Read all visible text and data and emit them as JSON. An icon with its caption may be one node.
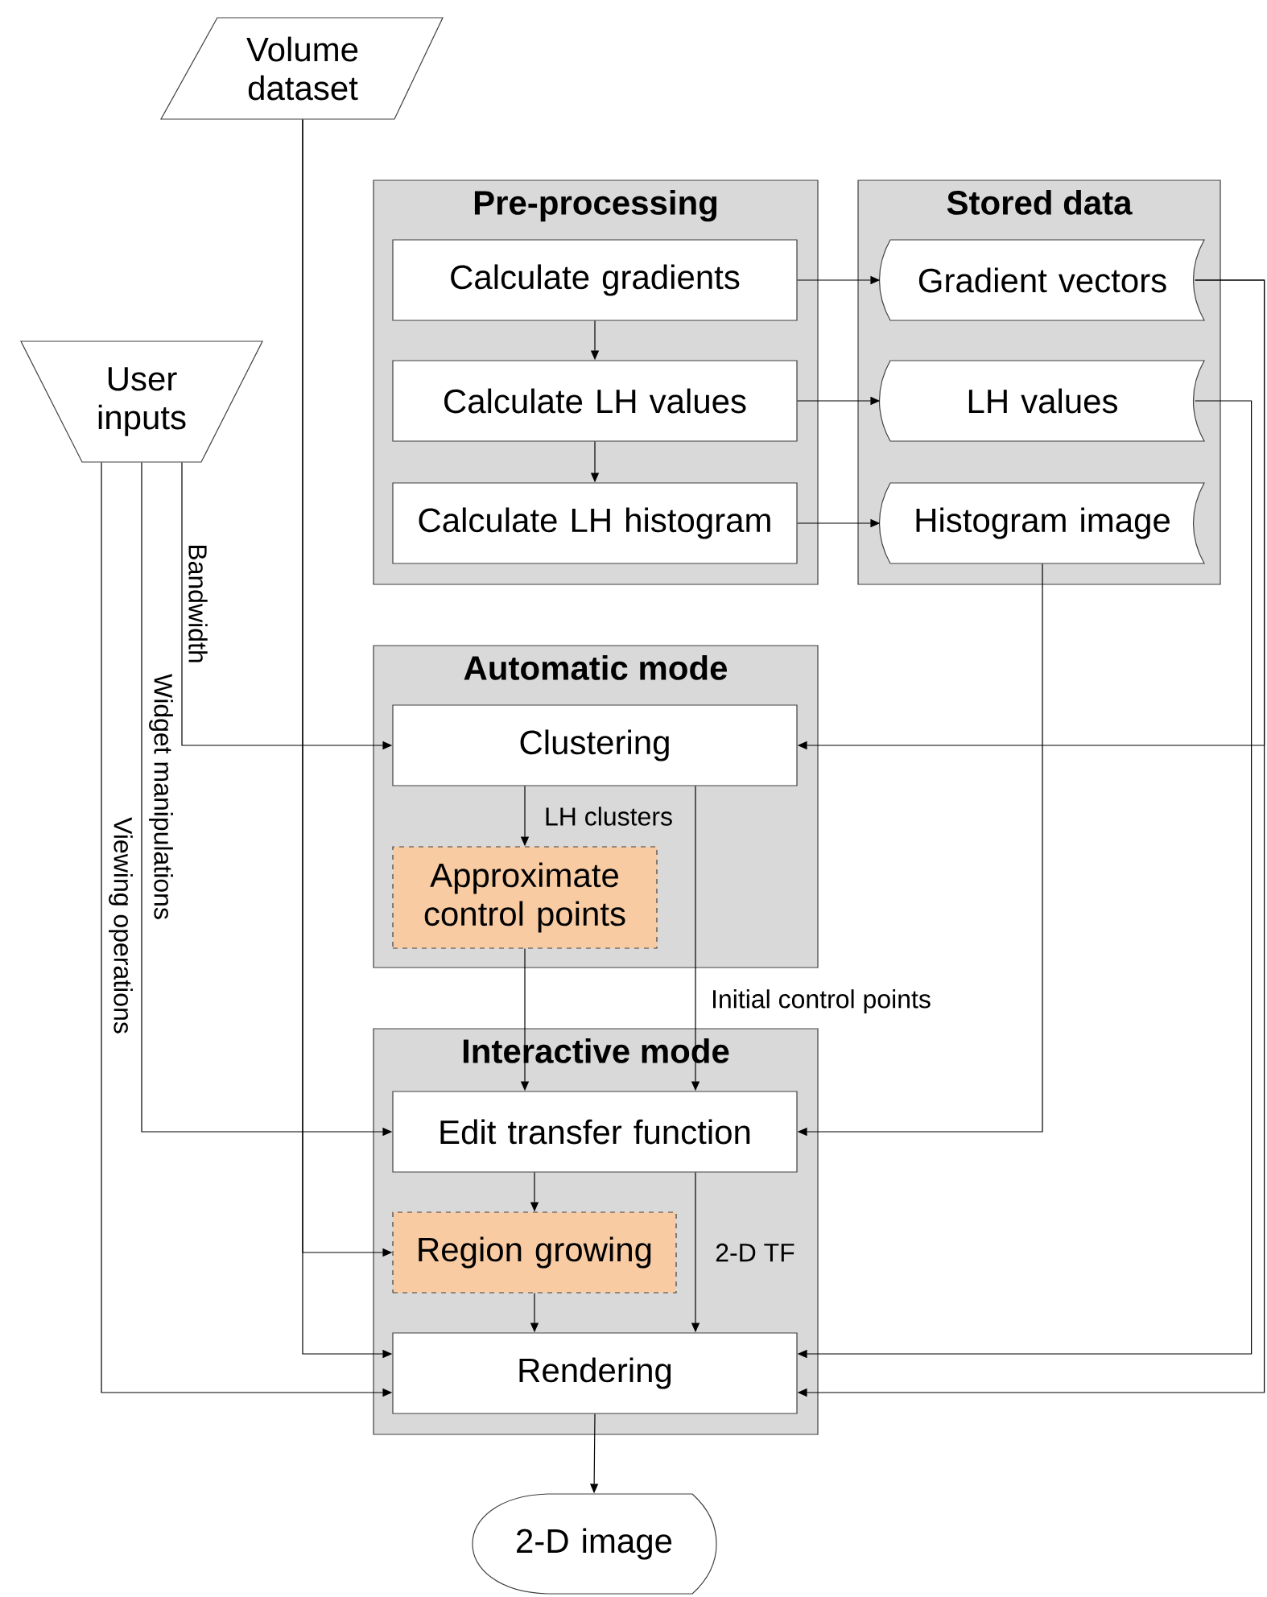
{
  "diagram": {
    "nodes": [
      {
        "text": [
          "Volume dataset"
        ]
      },
      {
        "text": [
          "User inputs"
        ]
      },
      {
        "text": [
          "Pre-processing"
        ]
      },
      {
        "text": [
          "Calculate gradients"
        ],
        "in": 2
      },
      {
        "text": [
          "Calculate LH values"
        ],
        "in": 2
      },
      {
        "text": [
          "Calculate LH histogram"
        ],
        "in": 2
      },
      {
        "text": [
          "Stored data"
        ]
      },
      {
        "text": [
          "Gradient vectors"
        ],
        "in": 6
      },
      {
        "text": [
          "LH values"
        ],
        "in": 6
      },
      {
        "text": [
          "Histogram image"
        ],
        "in": 6
      },
      {
        "text": [
          "Automatic mode"
        ]
      },
      {
        "text": [
          "Clustering"
        ],
        "in": 10
      },
      {
        "text": [
          "Approximate control points"
        ],
        "in": 10
      },
      {
        "text": [
          "Interactive mode"
        ]
      },
      {
        "text": [
          "Edit transfer function"
        ],
        "in": 13
      },
      {
        "text": [
          "Region growing"
        ],
        "in": 13
      },
      {
        "text": [
          "Rendering"
        ],
        "in": 13
      },
      {
        "text": [
          "2-D image"
        ]
      }
    ],
    "edges": [
      {
        "from": 3,
        "to": 4,
        "arrow": "to"
      },
      {
        "from": 4,
        "to": 5,
        "arrow": "to"
      },
      {
        "from": 3,
        "to": 7,
        "arrow": "to"
      },
      {
        "from": 4,
        "to": 8,
        "arrow": "to"
      },
      {
        "from": 5,
        "to": 9,
        "arrow": "to"
      },
      {
        "from": 7,
        "to": 11,
        "arrow": "to"
      },
      {
        "from": 7,
        "to": 16,
        "arrow": "to"
      },
      {
        "from": 8,
        "to": 16,
        "arrow": "to"
      },
      {
        "from": 9,
        "to": 14,
        "arrow": "to"
      },
      {
        "from": 1,
        "to": 11,
        "arrow": "to",
        "label": "Bandwidth"
      },
      {
        "from": 1,
        "to": 14,
        "arrow": "to",
        "label": "Widget manipulations"
      },
      {
        "from": 1,
        "to": 16,
        "arrow": "to",
        "label": "Viewing operations"
      },
      {
        "from": 0,
        "to": 16,
        "arrow": "to"
      },
      {
        "from": 0,
        "to": 15,
        "arrow": "to"
      },
      {
        "from": 11,
        "to": 12,
        "arrow": "to",
        "label": "LH clusters"
      },
      {
        "from": 11,
        "to": 14,
        "arrow": "to",
        "label": "Initial control points"
      },
      {
        "from": 12,
        "to": 14,
        "arrow": "to"
      },
      {
        "from": 14,
        "to": 15,
        "arrow": "to"
      },
      {
        "from": 14,
        "to": 16,
        "arrow": "to",
        "label": "2-D TF"
      },
      {
        "from": 15,
        "to": 16,
        "arrow": "to"
      },
      {
        "from": 16,
        "to": 17,
        "arrow": "to"
      }
    ]
  }
}
